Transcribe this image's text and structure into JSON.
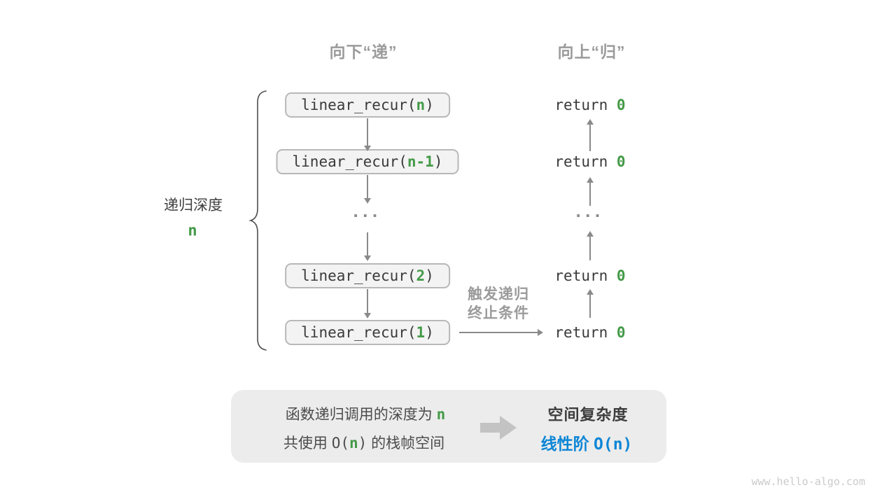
{
  "headers": {
    "descend": "向下“递”",
    "ascend": "向上“归”"
  },
  "depth_label": {
    "text": "递归深度",
    "value": "n"
  },
  "call_boxes": [
    {
      "prefix": "linear_recur(",
      "arg": "n",
      "suffix": ")"
    },
    {
      "prefix": "linear_recur(",
      "arg": "n-1",
      "suffix": ")"
    },
    {
      "prefix": "linear_recur(",
      "arg": "2",
      "suffix": ")"
    },
    {
      "prefix": "linear_recur(",
      "arg": "1",
      "suffix": ")"
    }
  ],
  "returns": [
    {
      "prefix": "return ",
      "value": "0"
    },
    {
      "prefix": "return ",
      "value": "0"
    },
    {
      "prefix": "return ",
      "value": "0"
    },
    {
      "prefix": "return ",
      "value": "0"
    }
  ],
  "ellipsis": "···",
  "trigger_label": {
    "line1": "触发递归",
    "line2": "终止条件"
  },
  "summary": {
    "depth_line": {
      "prefix": "函数递归调用的深度为 ",
      "value": "n"
    },
    "space_line": {
      "p1": "共使用 ",
      "p2": "O(",
      "value": "n",
      "p3": ")",
      "p4": " 的栈帧空间"
    },
    "result_title": "空间复杂度",
    "result_text": "线性阶 ",
    "result_formula": "O(n)"
  },
  "watermark": "www.hello-algo.com",
  "colors": {
    "green": "#449a47",
    "blue": "#0d86d6",
    "gray-label": "#9b9b9b",
    "arrow": "#8a8a8a",
    "box-fill": "#f3f3f3",
    "box-border": "#b8b8b8",
    "panel-bg": "#ececec",
    "block-arrow": "#c3c3c3",
    "watermark": "#cbcbcb",
    "code-text": "#3a3a3a"
  }
}
